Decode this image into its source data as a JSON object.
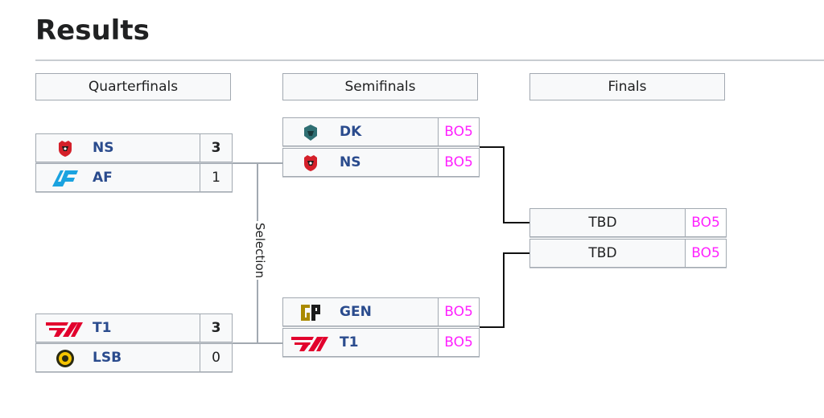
{
  "page": {
    "title": "Results"
  },
  "rounds": [
    "Quarterfinals",
    "Semifinals",
    "Finals"
  ],
  "quarterfinals": [
    {
      "teams": [
        {
          "name": "NS",
          "logo": "ns-logo",
          "score": "3",
          "winner": true
        },
        {
          "name": "AF",
          "logo": "af-logo",
          "score": "1",
          "winner": false
        }
      ]
    },
    {
      "teams": [
        {
          "name": "T1",
          "logo": "t1-logo",
          "score": "3",
          "winner": true
        },
        {
          "name": "LSB",
          "logo": "lsb-logo",
          "score": "0",
          "winner": false
        }
      ]
    }
  ],
  "selection_label": "Selection",
  "semifinals": [
    {
      "teams": [
        {
          "name": "DK",
          "logo": "dk-logo",
          "format": "BO5"
        },
        {
          "name": "NS",
          "logo": "ns-logo",
          "format": "BO5"
        }
      ]
    },
    {
      "teams": [
        {
          "name": "GEN",
          "logo": "gen-logo",
          "format": "BO5"
        },
        {
          "name": "T1",
          "logo": "t1-logo",
          "format": "BO5"
        }
      ]
    }
  ],
  "finals": {
    "teams": [
      {
        "name": "TBD",
        "format": "BO5"
      },
      {
        "name": "TBD",
        "format": "BO5"
      }
    ]
  },
  "colors": {
    "team_link": "#2a4b8d",
    "format_text": "#ff21ff",
    "border": "#a2a9b1",
    "cell_bg": "#f8f9fa",
    "ns_red": "#d4202a",
    "af_blue": "#1aa3e0",
    "t1_red": "#e2012d",
    "gen_gold": "#aa8a00",
    "dk_teal": "#2f6f73",
    "lsb_yellow": "#f5c400"
  }
}
